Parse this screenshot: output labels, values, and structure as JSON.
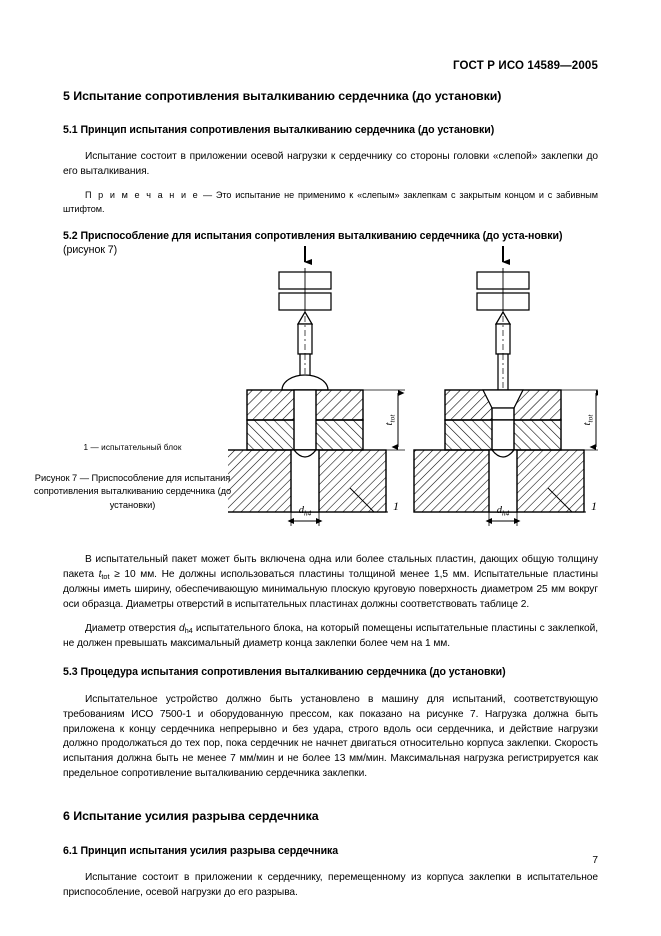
{
  "header": {
    "standard_id": "ГОСТ Р ИСО 14589—2005"
  },
  "page_number": "7",
  "sections": {
    "clause5_title": "5  Испытание сопротивления выталкиванию сердечника (до установки)",
    "clause5_1_title": "5.1  Принцип испытания сопротивления выталкиванию сердечника (до установки)",
    "clause5_1_body": "Испытание состоит в приложении осевой нагрузки к сердечнику со стороны головки «слепой» заклепки до его выталкивания.",
    "clause5_1_note_label": "П р и м е ч а н и е",
    "clause5_1_note_text": " — Это испытание не применимо к «слепым» заклепкам с закрытым концом и с забивным штифтом.",
    "clause5_2_title_part1": "5.2  Приспособление для испытания сопротивления выталкиванию сердечника (до уста-новки)",
    "clause5_2_title_suffix": " (рисунок 7)",
    "para_pack_1": "В испытательный пакет может быть включена одна или более стальных пластин, дающих общую толщину пакета ",
    "para_pack_var": "t",
    "para_pack_var_sub": "tot",
    "para_pack_2": " ≥ 10 мм. Не должны использоваться пластины толщиной менее 1,5 мм. Испытательные пластины должны иметь ширину, обеспечивающую минимальную плоскую круговую поверхность диаметром 25 мм вокруг оси образца. Диаметры отверстий в испытательных пластинах должны соответствовать таблице 2.",
    "para_hole_1": "Диаметр отверстия ",
    "para_hole_var": "d",
    "para_hole_var_sub": "h4",
    "para_hole_2": " испытательного блока, на который помещены испытательные пластины с заклепкой, не должен превышать максимальный диаметр конца заклепки более чем на 1 мм.",
    "clause5_3_title": "5.3  Процедура испытания сопротивления выталкиванию сердечника (до установки)",
    "clause5_3_body": "Испытательное устройство должно быть установлено в машину для испытаний, соответствующую требованиям ИСО 7500-1 и оборудованную прессом, как показано на рисунке 7. Нагрузка должна быть приложена к концу сердечника непрерывно и без удара, строго вдоль оси сердечника, и действие нагрузки должно продолжаться до тех пор, пока сердечник не начнет двигаться относительно корпуса заклепки. Скорость испытания должна быть не менее 7 мм/мин и не более 13 мм/мин. Максимальная нагрузка регистрируется как предельное сопротивление выталкиванию сердечника заклепки.",
    "clause6_title": "6  Испытание усилия разрыва сердечника",
    "clause6_1_title": "6.1  Принцип испытания усилия разрыва сердечника",
    "clause6_1_body": "Испытание состоит в приложении к сердечнику, перемещенному из корпуса заклепки в испытательное приспособление, осевой нагрузки до его разрыва."
  },
  "figure": {
    "key_line": "1 — испытательный блок",
    "caption": "Рисунок 7 — Приспособление для испытания сопротивления выталкиванию сердечника (до установки)",
    "label_thickness": "t",
    "label_thickness_sub": "tot",
    "label_hole": "d",
    "label_hole_sub": "h4",
    "callout_1": "1",
    "callout_1_right": "1"
  },
  "colors": {
    "ink": "#000000",
    "paper": "#ffffff"
  }
}
